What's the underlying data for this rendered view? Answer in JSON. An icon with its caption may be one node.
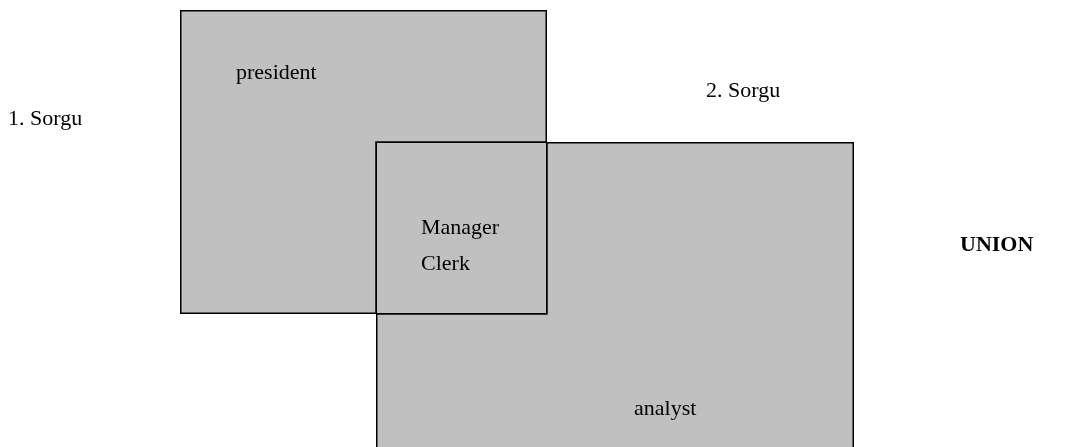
{
  "diagram": {
    "nodes": [
      {
        "text": [
          "president"
        ]
      },
      {
        "text": [
          "analyst"
        ]
      },
      {
        "text": [
          "Manager",
          "Clerk"
        ]
      }
    ],
    "labels": [
      "1. Sorgu",
      "2. Sorgu",
      "UNION"
    ]
  }
}
